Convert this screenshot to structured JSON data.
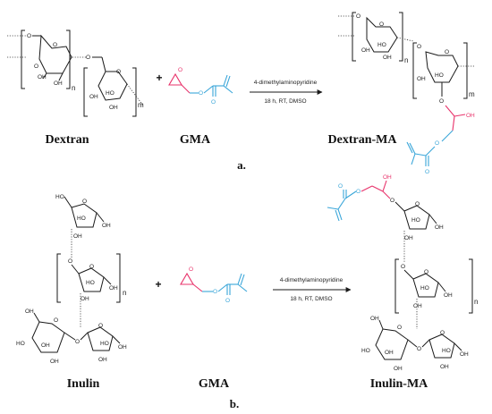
{
  "panel_a": {
    "reactant_label": "Dextran",
    "reagent_label": "GMA",
    "product_label": "Dextran-MA",
    "catalyst": "4-dimethylaminopyridine",
    "conditions": "18 h, RT, DMSO",
    "panel_label": "a.",
    "repeat_n": "n",
    "repeat_m": "m"
  },
  "panel_b": {
    "reactant_label": "Inulin",
    "reagent_label": "GMA",
    "product_label": "Inulin-MA",
    "catalyst": "4-dimethylaminopyridine",
    "conditions": "18 h, RT, DMSO",
    "panel_label": "b.",
    "repeat_n": "n"
  },
  "plus_sign": "+",
  "atoms": {
    "hydroxyl": "OH",
    "hydroxyl_rev": "HO",
    "oxygen": "O"
  },
  "colors": {
    "glycidyl": "#e8336b",
    "methacrylate": "#3aa6d9",
    "bonds": "#1a1a1a"
  }
}
